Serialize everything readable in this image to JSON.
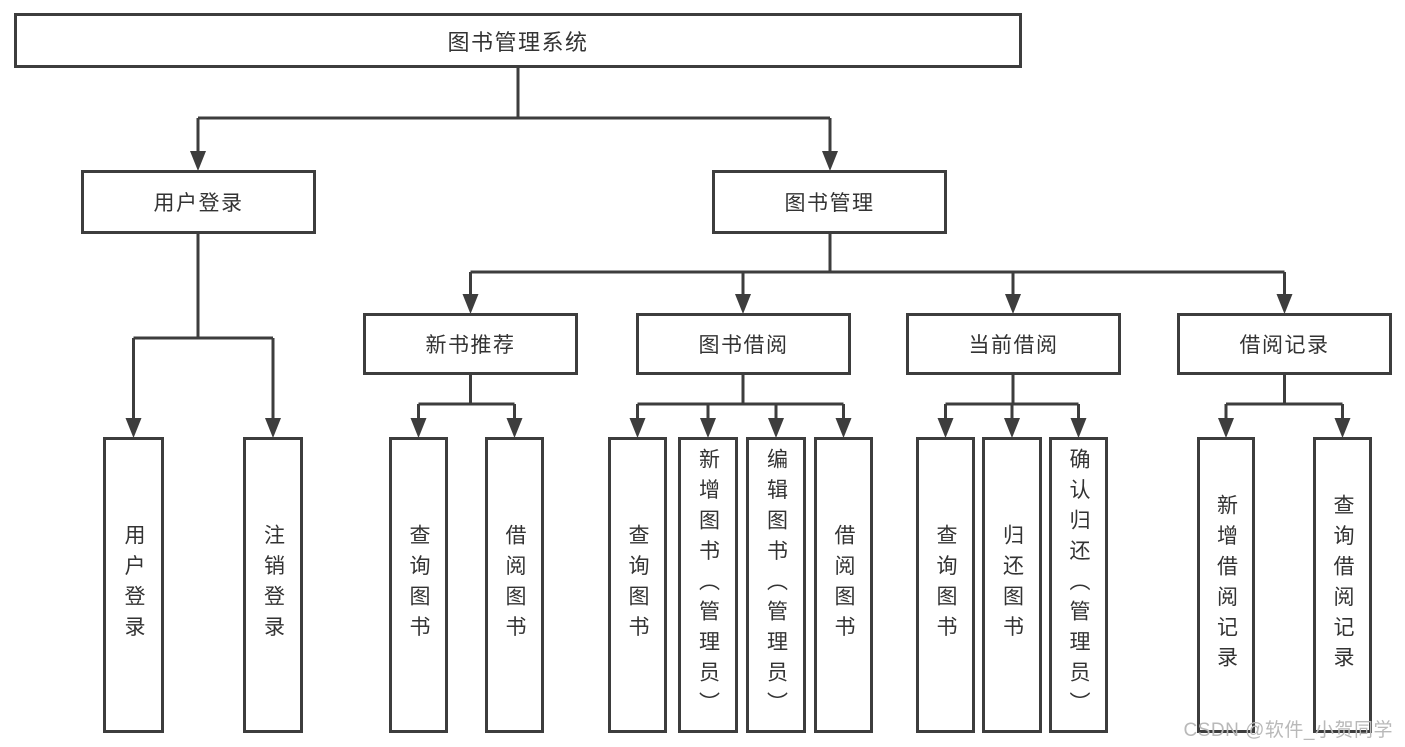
{
  "nodes": {
    "root": "图书管理系统",
    "user_login": "用户登录",
    "book_mgmt": "图书管理",
    "new_book_rec": "新书推荐",
    "book_borrow": "图书借阅",
    "current_borrow": "当前借阅",
    "borrow_records": "借阅记录",
    "leaf_user_login": "用户登录",
    "leaf_logout": "注销登录",
    "nb_query_book": "查询图书",
    "nb_borrow_book": "借阅图书",
    "bb_query_book": "查询图书",
    "bb_add_book": "新增图书（管理员）",
    "bb_edit_book": "编辑图书（管理员）",
    "bb_borrow_book": "借阅图书",
    "cb_query_book": "查询图书",
    "cb_return_book": "归还图书",
    "cb_confirm_return": "确认归还（管理员）",
    "br_add_record": "新增借阅记录",
    "br_query_record": "查询借阅记录"
  },
  "watermark": "CSDN @软件_小贺同学",
  "colors": {
    "line": "#3d3d3d",
    "text": "#333333",
    "canvas": "#ffffff",
    "watermark": "#b9b9b9"
  }
}
